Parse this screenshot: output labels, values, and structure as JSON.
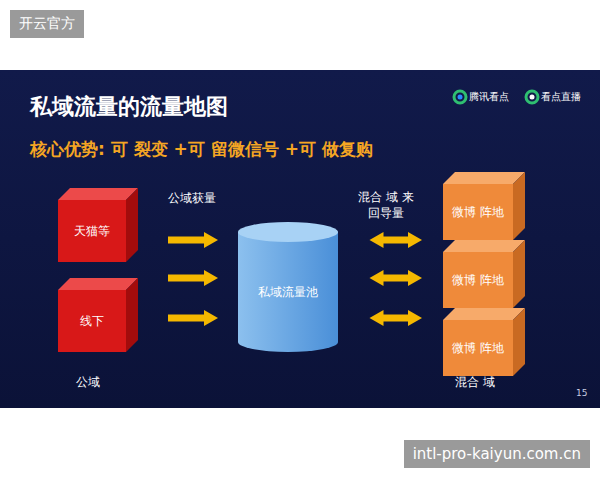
{
  "diagram": {
    "title": "私域流量的流量地图",
    "nodes": [
      {
        "text": [
          "天猫等"
        ]
      },
      {
        "text": [
          "线下"
        ]
      },
      {
        "text": [
          "私域流量池"
        ]
      },
      {
        "text": [
          "微博 阵地"
        ]
      },
      {
        "text": [
          "微博 阵地"
        ]
      },
      {
        "text": [
          "微博 阵地"
        ]
      }
    ],
    "edges": [
      {
        "from": 0,
        "to": 2,
        "arrow": "to"
      },
      {
        "from": 1,
        "to": 2,
        "arrow": "to"
      },
      {
        "from": 2,
        "to": 3,
        "arrow": "both"
      },
      {
        "from": 2,
        "to": 4,
        "arrow": "both"
      },
      {
        "from": 2,
        "to": 5,
        "arrow": "both"
      }
    ],
    "labels": [
      "开云官方",
      "腾讯看点",
      "看点直播",
      "核心优势: 可 裂变 +可 留微信号 +可 做复购",
      "公域获量",
      "混合 域 来回导量",
      "公域",
      "混合 域",
      "15",
      "intl-pro-kaiyun.com.cn"
    ]
  }
}
